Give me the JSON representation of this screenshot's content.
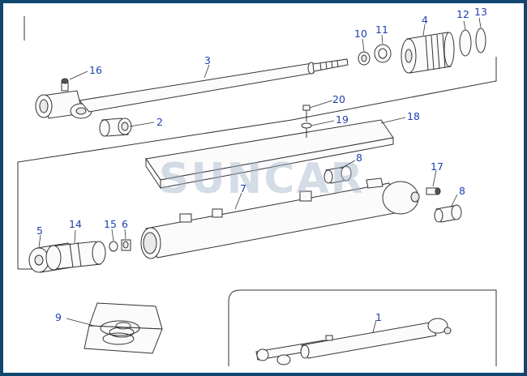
{
  "watermark": {
    "text": "SUNCAR",
    "color": "#9fb4c7"
  },
  "colors": {
    "label": "#1f3fae",
    "frame": "#0f4770",
    "line": "#333333"
  },
  "callouts": [
    "1",
    "2",
    "3",
    "4",
    "5",
    "6",
    "7",
    "8",
    "8",
    "9",
    "10",
    "11",
    "12",
    "13",
    "14",
    "15",
    "16",
    "17",
    "18",
    "19",
    "20"
  ]
}
